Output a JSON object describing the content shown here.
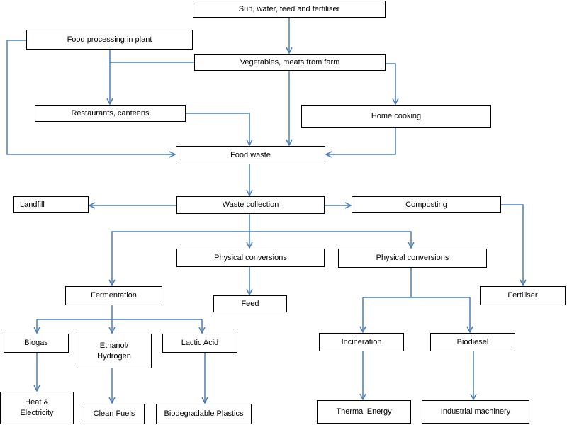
{
  "colors": {
    "arrow": "#4a7ebb",
    "box_border": "#000000",
    "background": "#ffffff"
  },
  "nodes": {
    "inputs": "Sun, water, feed and fertiliser",
    "food_processing": "Food processing in plant",
    "vegetables_meats": "Vegetables, meats from farm",
    "restaurants": "Restaurants, canteens",
    "home_cooking": "Home cooking",
    "food_waste": "Food waste",
    "landfill": "Landfill",
    "waste_collection": "Waste collection",
    "composting": "Composting",
    "physical_conversions_feed": "Physical conversions",
    "physical_conversions_energy": "Physical conversions",
    "fermentation": "Fermentation",
    "feed": "Feed",
    "fertiliser": "Fertiliser",
    "biogas": "Biogas",
    "ethanol_hydrogen": "Ethanol/\nHydrogen",
    "lactic_acid": "Lactic Acid",
    "incineration": "Incineration",
    "biodiesel": "Biodiesel",
    "heat_electricity": "Heat &\nElectricity",
    "clean_fuels": "Clean Fuels",
    "biodegradable_plastics": "Biodegradable Plastics",
    "thermal_energy": "Thermal Energy",
    "industrial_machinery": "Industrial machinery"
  }
}
